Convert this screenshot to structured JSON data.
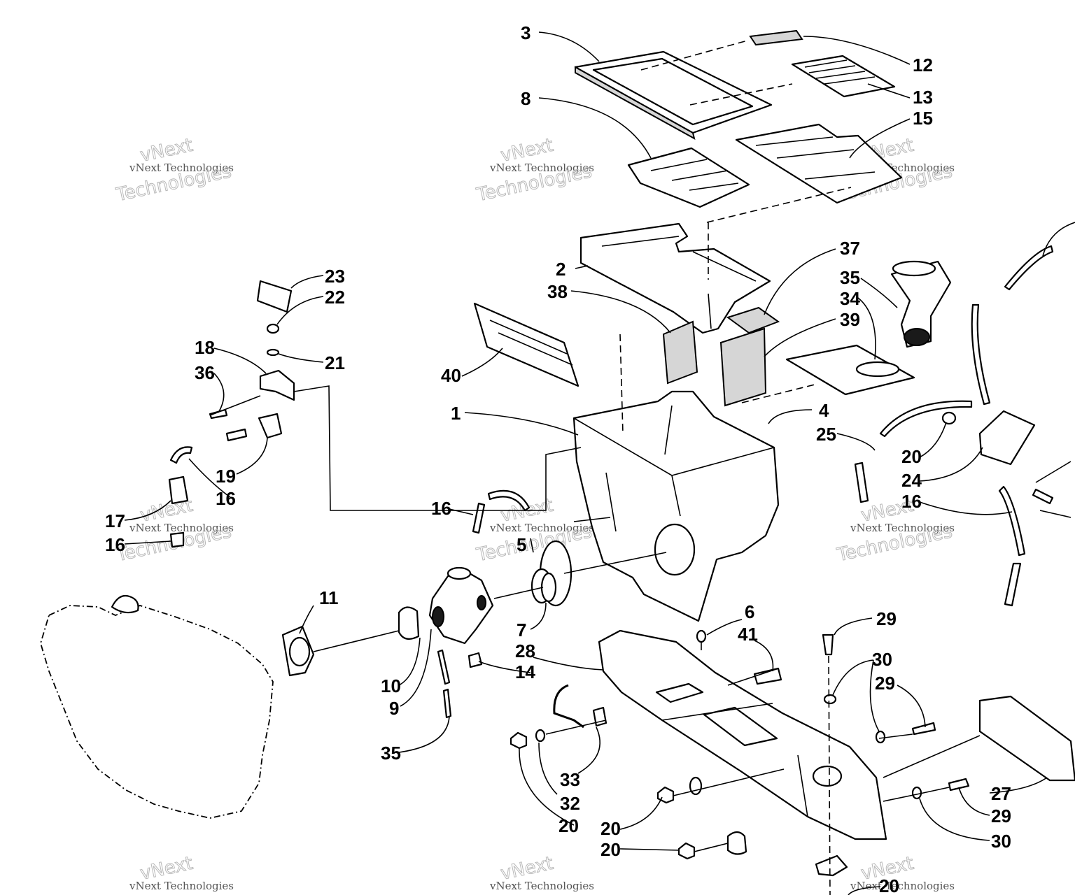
{
  "diagram": {
    "part_numbers": {
      "p3": "3",
      "p12": "12",
      "p13": "13",
      "p8": "8",
      "p15": "15",
      "p2": "2",
      "p37": "37",
      "p35a": "35",
      "p34": "34",
      "p38": "38",
      "p39": "39",
      "p23": "23",
      "p22": "22",
      "p18": "18",
      "p21": "21",
      "p36": "36",
      "p40": "40",
      "p1": "1",
      "p4": "4",
      "p25": "25",
      "p19": "19",
      "p16a": "16",
      "p17": "17",
      "p16b": "16",
      "p20a": "20",
      "p24": "24",
      "p16c": "16",
      "p16d": "16",
      "p5": "5",
      "p11": "11",
      "p7": "7",
      "p6": "6",
      "p41": "41",
      "p29a": "29",
      "p28": "28",
      "p30a": "30",
      "p10": "10",
      "p14": "14",
      "p9": "9",
      "p29b": "29",
      "p35b": "35",
      "p33": "33",
      "p32": "32",
      "p20b": "20",
      "p27": "27",
      "p29c": "29",
      "p20c": "20",
      "p20d": "20",
      "p30b": "30",
      "p20e": "20"
    },
    "watermark": {
      "line1": "vNext Technologies",
      "line2": "vNext",
      "line3": "Technologies"
    }
  }
}
